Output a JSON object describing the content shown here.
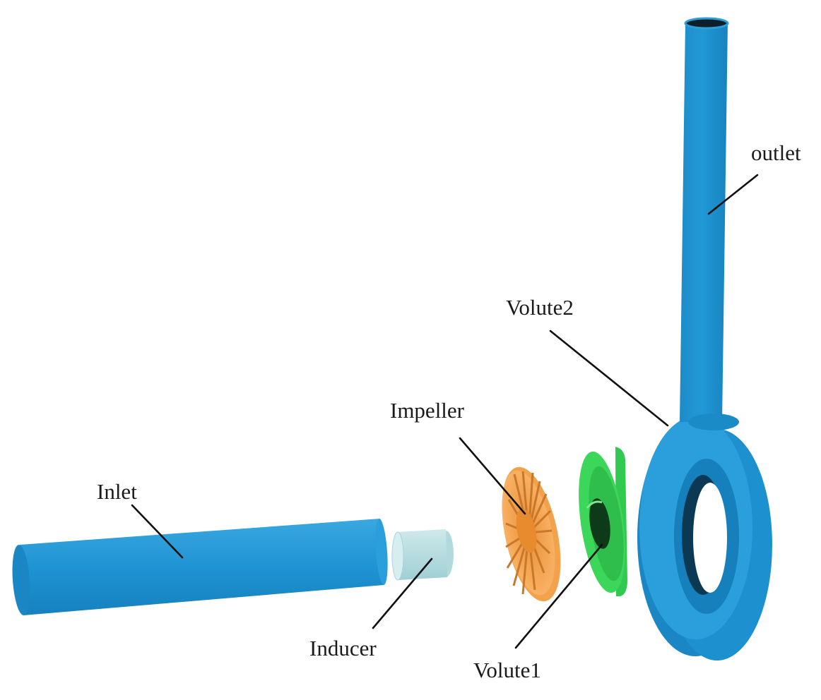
{
  "labels": {
    "outlet": "outlet",
    "volute2": "Volute2",
    "impeller": "Impeller",
    "inlet": "Inlet",
    "inducer": "Inducer",
    "volute1": "Volute1"
  },
  "colors": {
    "pipe_blue": "#1f93d3",
    "inducer_light": "#b8dde0",
    "impeller_orange": "#f6a752",
    "volute1_green": "#3cd65a",
    "leader_line": "#111111",
    "background": "#ffffff"
  }
}
